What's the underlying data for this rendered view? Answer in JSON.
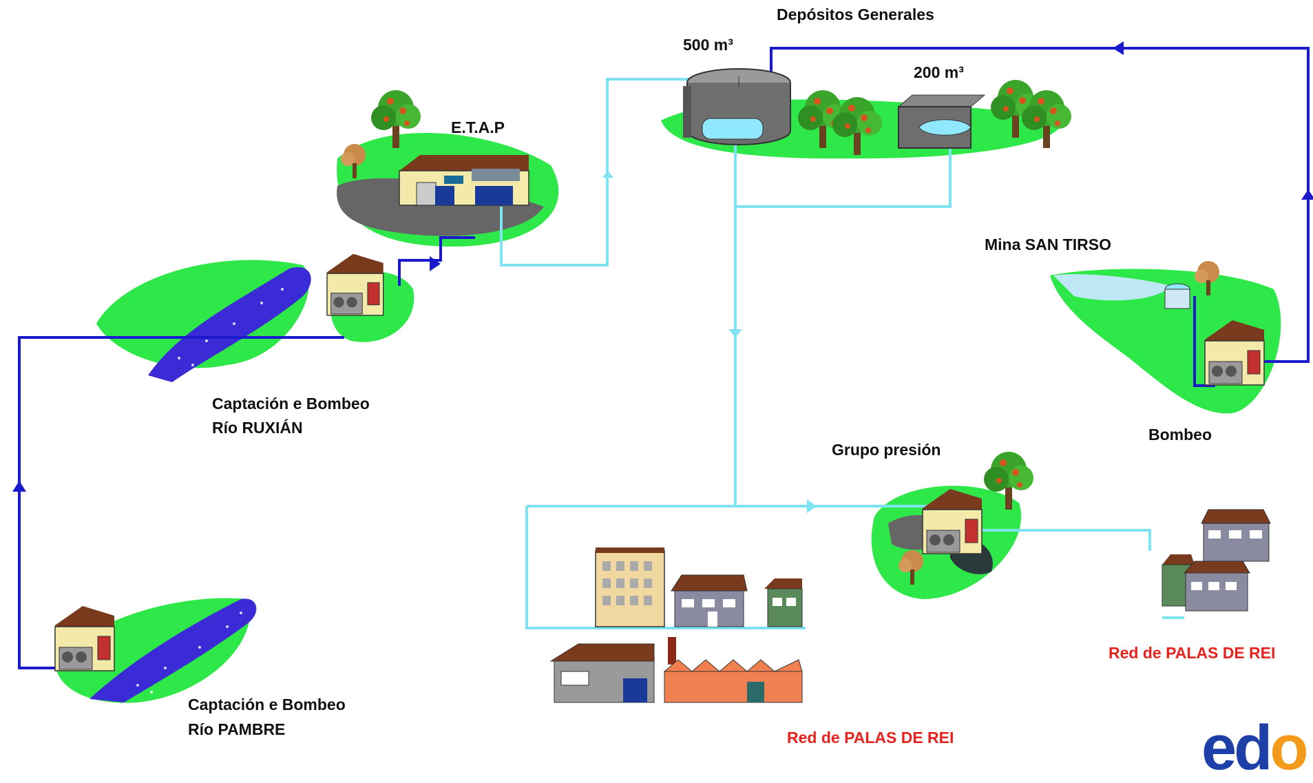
{
  "labels": {
    "depositos": "Depósitos Generales",
    "cap500": "500  m³",
    "cap200": "200  m³",
    "etap": "E.T.A.P",
    "mina": "Mina SAN TIRSO",
    "bombeo": "Bombeo",
    "grupo_presion": "Grupo presión",
    "ruxian_line1": "Captación e Bombeo",
    "ruxian_line2": "Río RUXIÁN",
    "pambre_line1": "Captación e Bombeo",
    "pambre_line2": "Río PAMBRE",
    "red_left": "Red de PALAS DE REI",
    "red_right": "Red de PALAS DE REI"
  },
  "logo": {
    "text_main": "ed",
    "text_accent": "o"
  },
  "colors": {
    "raw_water_pipe": "#1a1acc",
    "treated_water_pipe": "#7fe3f2",
    "grass": "#2ee84a",
    "river": "#3a2bd6",
    "building_wall": "#f3e9a8",
    "roof": "#7a3a1e",
    "label_red": "#e8231e",
    "logo_blue": "#1e3fa8",
    "logo_orange": "#f39a1a"
  },
  "icons": [
    "tree-icon",
    "pump-house-icon",
    "tank-icon",
    "apartment-block-icon",
    "house-icon",
    "factory-icon",
    "warehouse-icon",
    "flow-arrow-icon"
  ]
}
